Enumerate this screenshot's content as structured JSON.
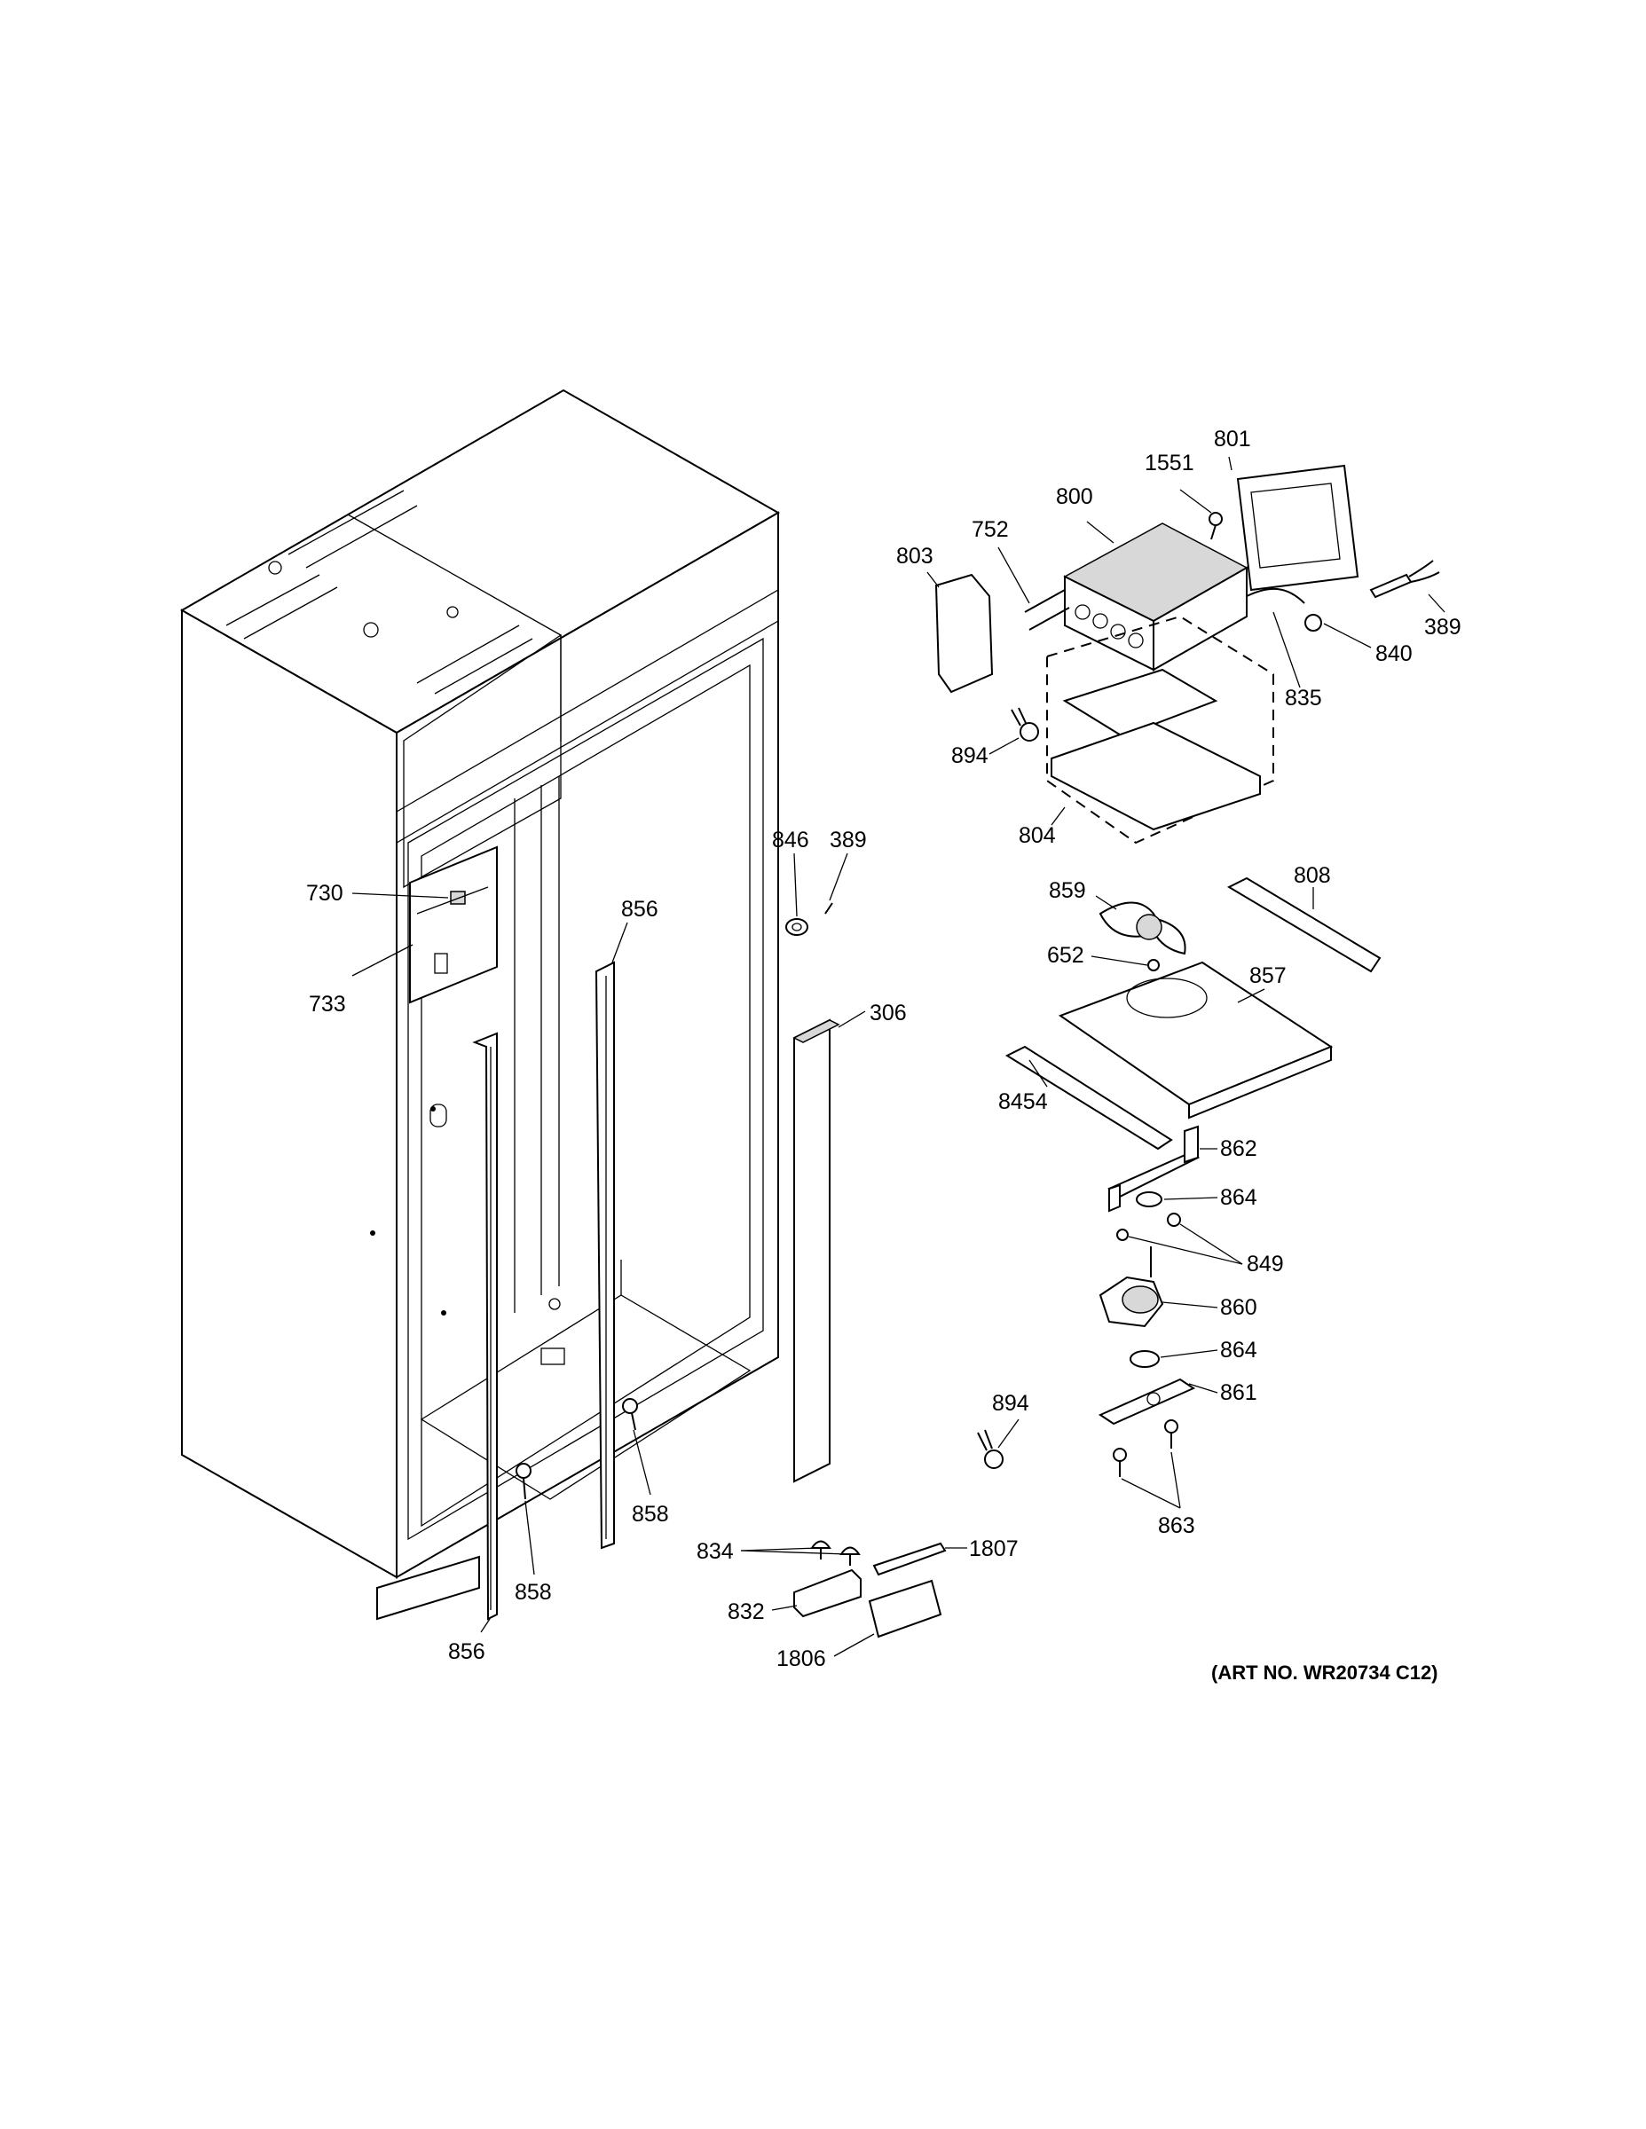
{
  "art_number": "(ART NO. WR20734 C12)",
  "callouts": {
    "c801": "801",
    "c1551": "1551",
    "c800": "800",
    "c752": "752",
    "c803": "803",
    "c389_top": "389",
    "c840": "840",
    "c835": "835",
    "c894_top": "894",
    "c804": "804",
    "c846": "846",
    "c389_mid": "389",
    "c730": "730",
    "c856_top": "856",
    "c733": "733",
    "c306": "306",
    "c859": "859",
    "c808": "808",
    "c652": "652",
    "c857": "857",
    "c8454": "8454",
    "c862": "862",
    "c864_top": "864",
    "c849": "849",
    "c860": "860",
    "c864_bot": "864",
    "c861": "861",
    "c894_bot": "894",
    "c863": "863",
    "c858_right": "858",
    "c858_left": "858",
    "c834": "834",
    "c1807": "1807",
    "c832": "832",
    "c1806": "1806",
    "c856_bot": "856"
  }
}
